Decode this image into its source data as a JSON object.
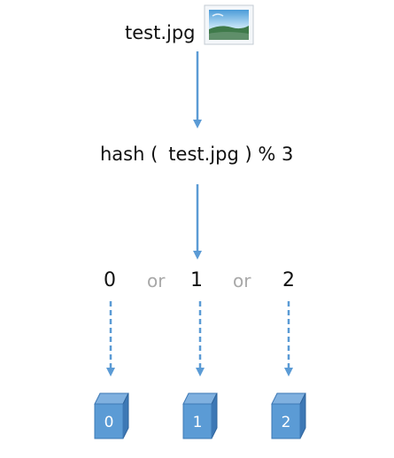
{
  "file_label": "test.jpg",
  "hash_expr": {
    "prefix": "hash (",
    "file": "test.jpg",
    "suffix": ") % 3"
  },
  "outcomes": [
    "0",
    "1",
    "2"
  ],
  "separator": "or",
  "boxes": [
    "0",
    "1",
    "2"
  ],
  "colors": {
    "arrow": "#5b9bd5",
    "box_front": "#5b9bd5",
    "box_top": "#7fb0df",
    "box_side": "#3d78b5",
    "separator": "#a8a8a8"
  }
}
